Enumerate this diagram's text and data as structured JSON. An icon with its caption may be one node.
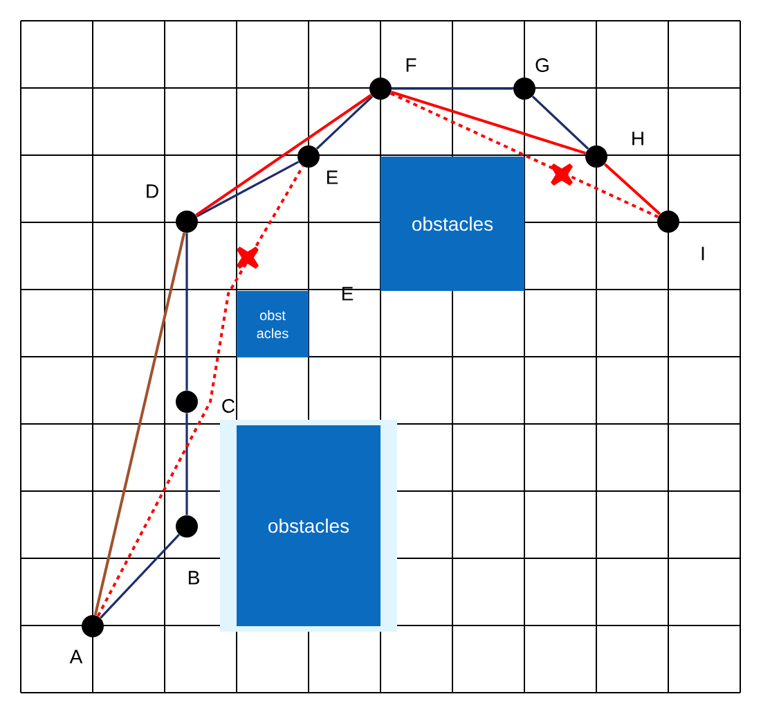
{
  "diagram": {
    "nodes": [
      {
        "text": [],
        "shape": "circle",
        "beside": [
          "A"
        ]
      },
      {
        "text": [],
        "shape": "circle",
        "beside": [
          "B"
        ]
      },
      {
        "text": [],
        "shape": "circle",
        "beside": [
          "C"
        ]
      },
      {
        "text": [],
        "shape": "circle",
        "beside": [
          "D"
        ]
      },
      {
        "text": [],
        "shape": "circle",
        "beside": [
          "E"
        ]
      },
      {
        "text": [],
        "shape": "circle",
        "beside": [
          "F"
        ]
      },
      {
        "text": [],
        "shape": "circle",
        "beside": [
          "G"
        ]
      },
      {
        "text": [],
        "shape": "circle",
        "beside": [
          "H"
        ]
      },
      {
        "text": [],
        "shape": "circle",
        "beside": [
          "I"
        ]
      },
      {
        "text": [
          "obstacles"
        ]
      },
      {
        "text": [
          "obst acles"
        ]
      },
      {
        "text": [
          "obstacles"
        ]
      }
    ],
    "edges": [
      {
        "from": 0,
        "to": 1,
        "arrow": "none"
      },
      {
        "from": 1,
        "to": 2,
        "arrow": "none"
      },
      {
        "from": 2,
        "to": 3,
        "arrow": "none"
      },
      {
        "from": 3,
        "to": 4,
        "arrow": "none"
      },
      {
        "from": 4,
        "to": 5,
        "arrow": "none"
      },
      {
        "from": 5,
        "to": 6,
        "arrow": "none"
      },
      {
        "from": 6,
        "to": 7,
        "arrow": "none"
      },
      {
        "from": 0,
        "to": 3,
        "arrow": "none",
        "color": "#a0522d"
      },
      {
        "from": 3,
        "to": 5,
        "arrow": "none",
        "color": "#ff0000"
      },
      {
        "from": 5,
        "to": 7,
        "arrow": "none",
        "color": "#ff0000"
      },
      {
        "from": 7,
        "to": 8,
        "arrow": "none",
        "color": "#ff0000"
      },
      {
        "from": 0,
        "to": 4,
        "arrow": "none",
        "style": "dashed",
        "color": "#ff0000"
      },
      {
        "from": 5,
        "to": 8,
        "arrow": "none",
        "style": "dashed",
        "color": "#ff0000"
      }
    ],
    "labels": [
      "E"
    ]
  }
}
